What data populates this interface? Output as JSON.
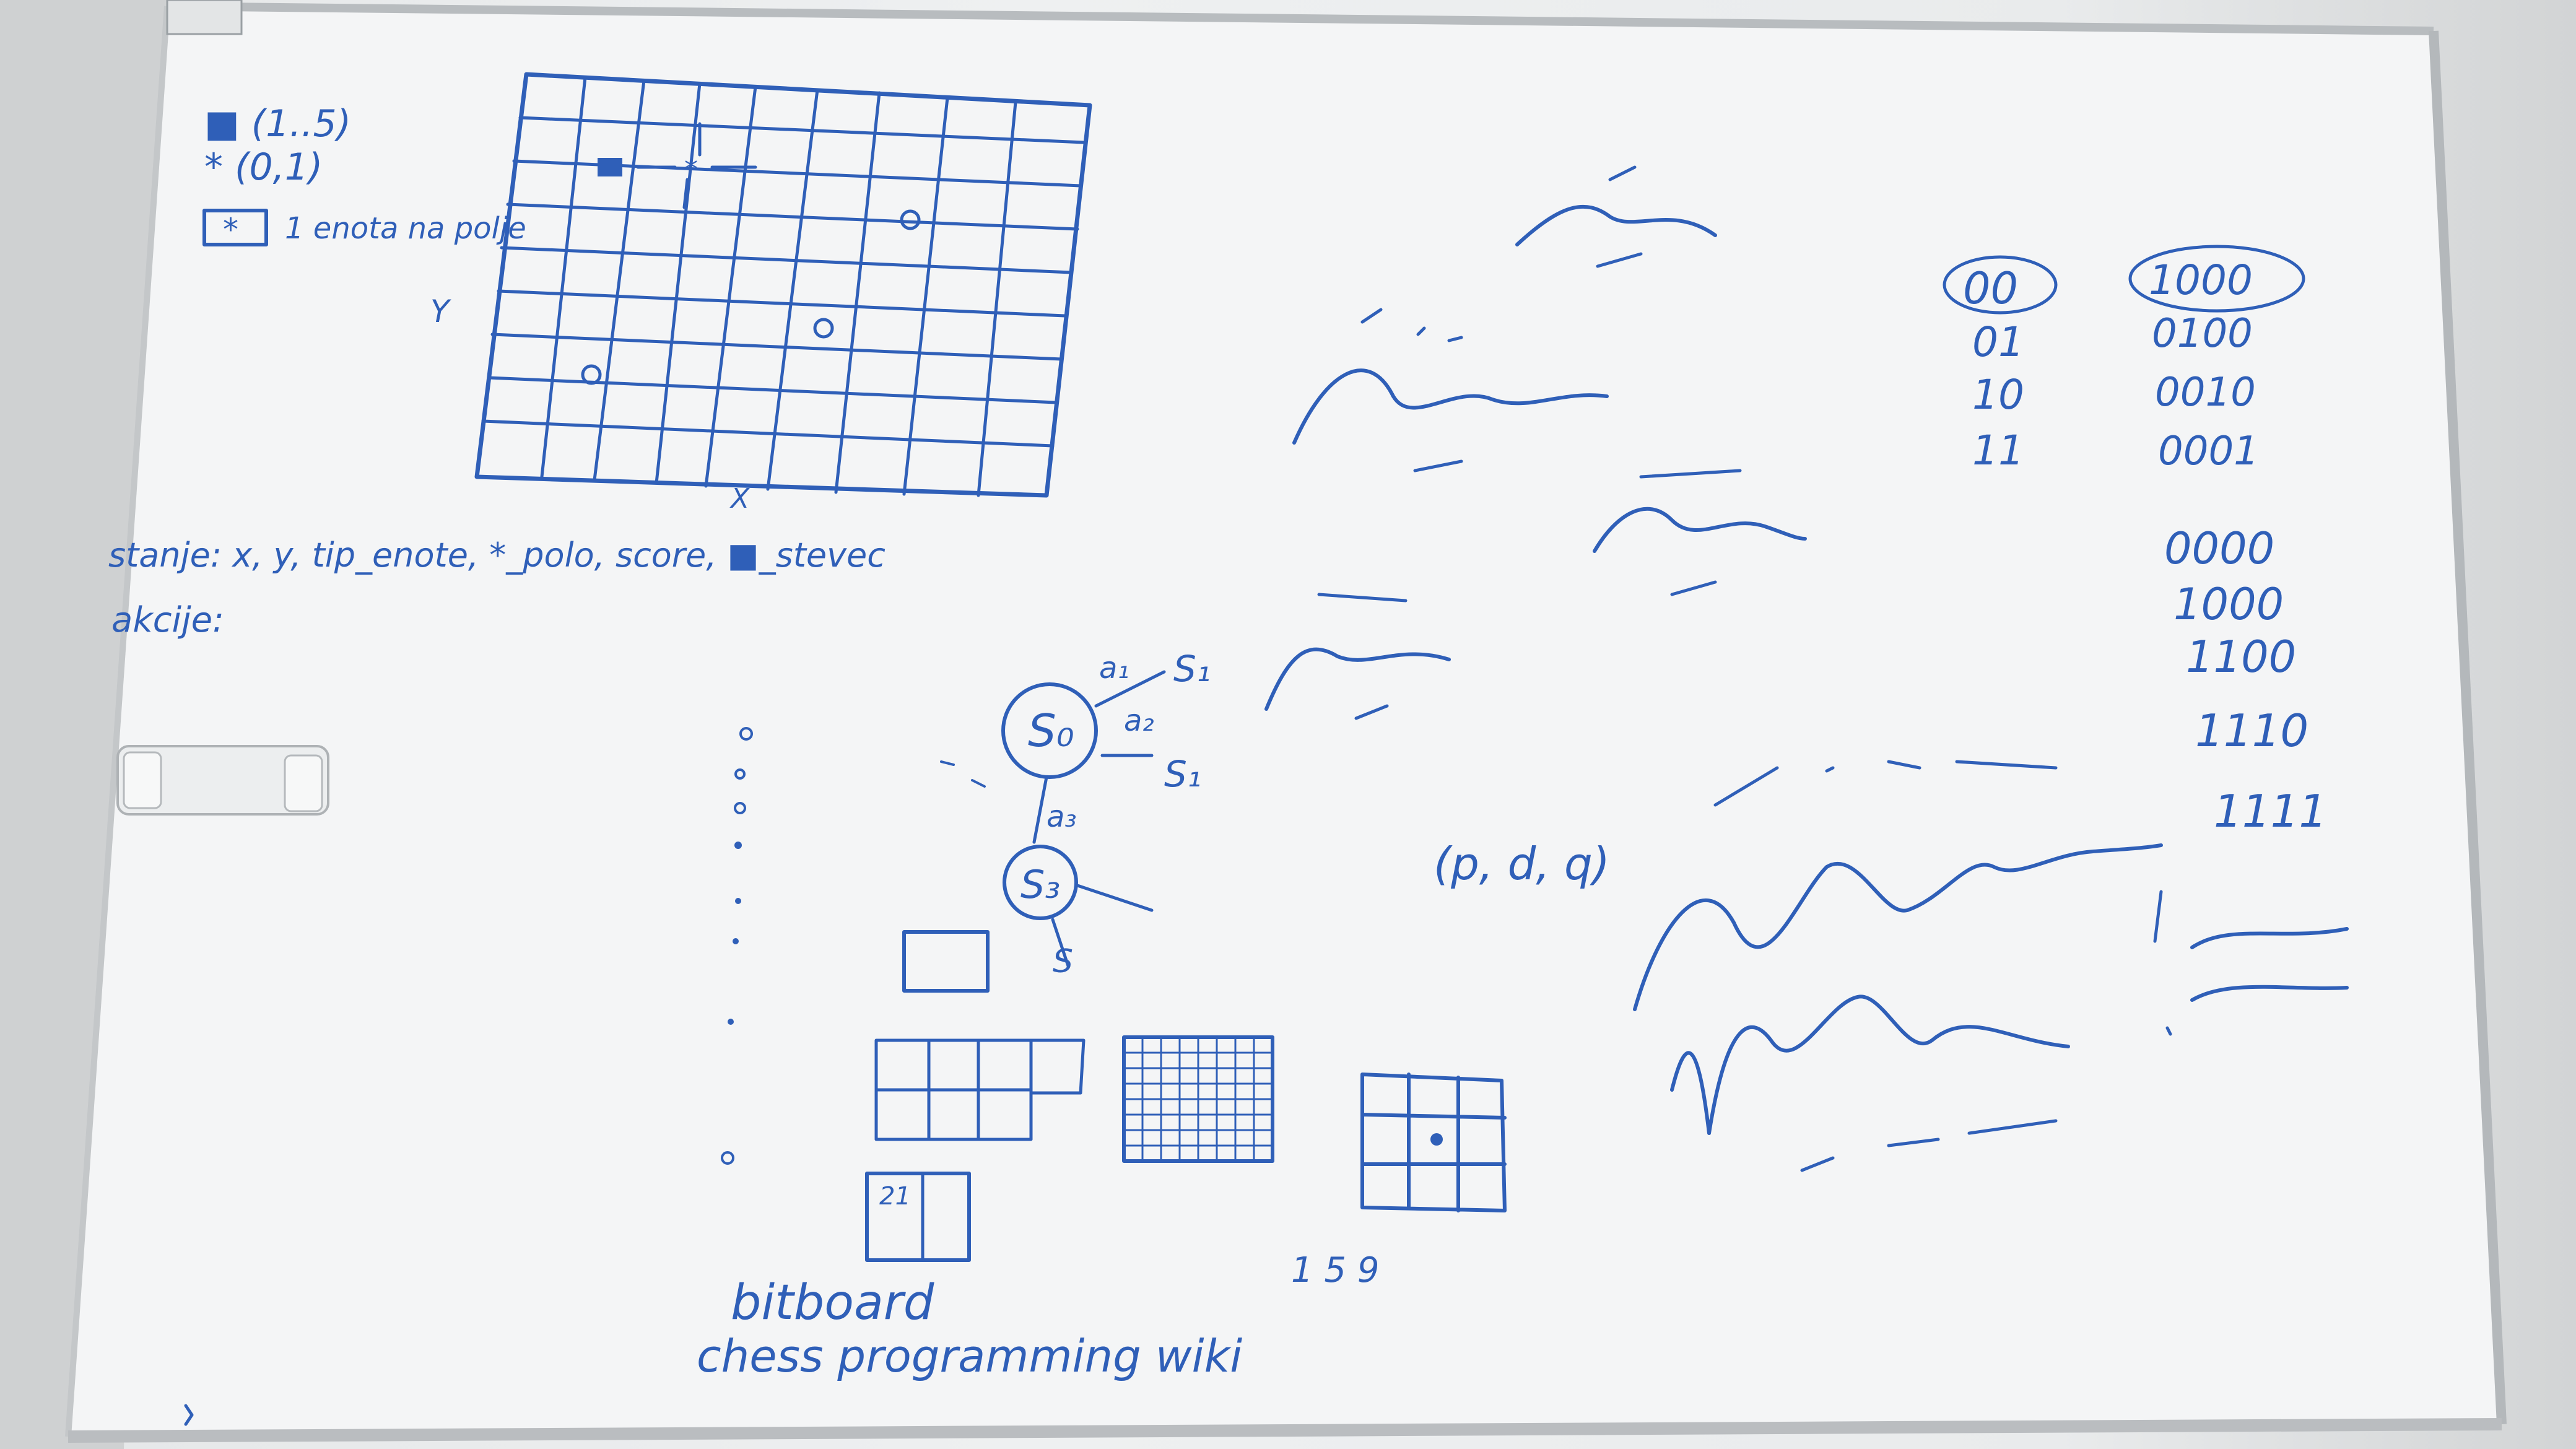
{
  "legend": {
    "line1": "■ (1..5)",
    "line2": "* (0,1)",
    "line3": "1 enota na polje",
    "box": "*"
  },
  "grid": {
    "ylabel": "Y",
    "xlabel": "X"
  },
  "state": {
    "stanje": "stanje: x, y, tip_enote, *_polo, score, ■_stevec",
    "akcije": "akcije:"
  },
  "tree": {
    "s0": "S₀",
    "s1": "S₁",
    "s1b": "S₁",
    "s3": "S₃",
    "s4": "S",
    "a1": "a₁",
    "a2": "a₂",
    "a3": "a₃"
  },
  "pdq": "(p, d, q)",
  "numbers": "1  5  9",
  "bitboard": "bitboard",
  "chess": "chess programming wiki",
  "bits_left": [
    "00",
    "01",
    "10",
    "11"
  ],
  "bits_right": [
    "1000",
    "0100",
    "0010",
    "0001"
  ],
  "bits_seq": [
    "0000",
    "1000",
    "1100",
    "1110",
    "1111"
  ],
  "grid_cell": "21"
}
